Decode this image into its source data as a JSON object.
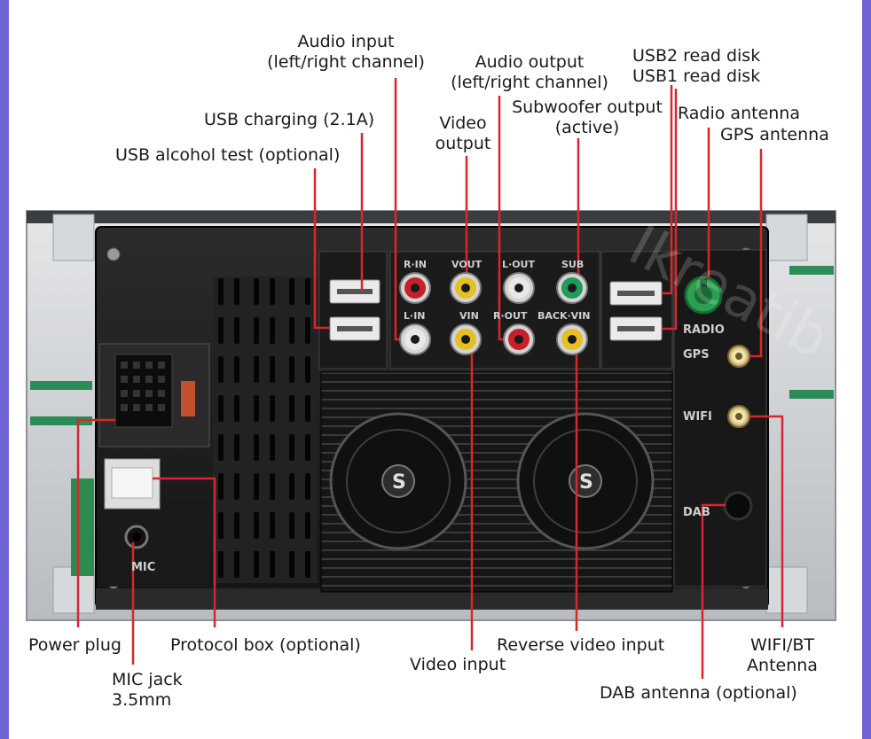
{
  "labels": {
    "audio_input": [
      "Audio input",
      "(left/right channel)"
    ],
    "audio_output": [
      "Audio output",
      "(left/right channel)"
    ],
    "usb2": "USB2 read disk",
    "usb1": "USB1 read disk",
    "usb_charging": "USB charging (2.1A)",
    "video_output": [
      "Video",
      "output"
    ],
    "subwoofer": [
      "Subwoofer output",
      "(active)"
    ],
    "radio_antenna": "Radio antenna",
    "gps_antenna": "GPS antenna",
    "usb_alcohol": "USB alcohol test (optional)",
    "power_plug": "Power plug",
    "protocol_box": "Protocol box (optional)",
    "reverse_video": "Reverse video input",
    "wifi_bt": [
      "WIFI/BT",
      "Antenna"
    ],
    "mic_jack": [
      "MIC jack",
      "3.5mm"
    ],
    "video_input": "Video input",
    "dab_antenna": "DAB antenna (optional)"
  },
  "device": {
    "port_labels": {
      "r_in": "R·IN",
      "vout": "VOUT",
      "l_out": "L·OUT",
      "sub": "SUB",
      "l_in": "L·IN",
      "vin": "VIN",
      "r_out": "R·OUT",
      "back_vin": "BACK·VIN",
      "radio": "RADIO",
      "gps": "GPS",
      "wifi": "WIFI",
      "dab": "DAB",
      "mic": "MIC",
      "fan_logo": "S"
    },
    "watermark": "Ikreatib"
  },
  "colors": {
    "pointer": "#d9262b",
    "port_red": "#c8202a",
    "port_white": "#e8e8e8",
    "port_yellow": "#e6c020",
    "port_green": "#1f9c5a",
    "radio_green": "#2aa050",
    "chassis": "#1e1e1e",
    "frame": "#c9ccd0",
    "accent": "#6f63d6"
  }
}
